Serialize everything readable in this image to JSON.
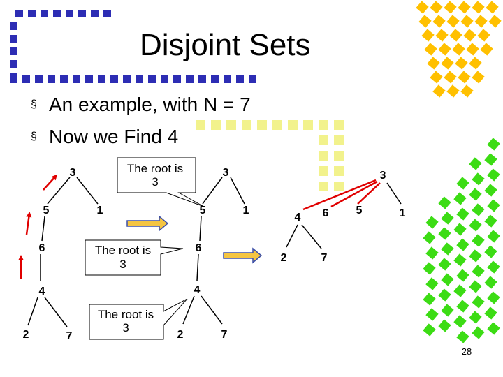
{
  "slide": {
    "title": "Disjoint Sets",
    "bullets": [
      {
        "marker": "§",
        "text": "An example, with N = 7"
      },
      {
        "marker": "§",
        "text": "Now we Find 4"
      }
    ],
    "page_number": "28"
  },
  "callouts": [
    {
      "line1": "The root is",
      "line2": "3"
    },
    {
      "line1": "The root is",
      "line2": "3"
    },
    {
      "line1": "The root is",
      "line2": "3"
    }
  ],
  "trees": {
    "left": {
      "nodes": [
        {
          "id": "3",
          "label": "3"
        },
        {
          "id": "5",
          "label": "5"
        },
        {
          "id": "1",
          "label": "1"
        },
        {
          "id": "6",
          "label": "6"
        },
        {
          "id": "4",
          "label": "4"
        },
        {
          "id": "2",
          "label": "2"
        },
        {
          "id": "7",
          "label": "7"
        }
      ]
    },
    "middle": {
      "nodes": [
        {
          "id": "3",
          "label": "3"
        },
        {
          "id": "5",
          "label": "5"
        },
        {
          "id": "1",
          "label": "1"
        },
        {
          "id": "6",
          "label": "6"
        },
        {
          "id": "4",
          "label": "4"
        },
        {
          "id": "2",
          "label": "2"
        },
        {
          "id": "7",
          "label": "7"
        }
      ]
    },
    "right": {
      "nodes": [
        {
          "id": "3",
          "label": "3"
        },
        {
          "id": "4",
          "label": "4"
        },
        {
          "id": "6",
          "label": "6"
        },
        {
          "id": "5",
          "label": "5"
        },
        {
          "id": "1",
          "label": "1"
        },
        {
          "id": "2",
          "label": "2"
        },
        {
          "id": "7",
          "label": "7"
        }
      ]
    }
  },
  "colors": {
    "edge": "#000000",
    "path_edge": "#e00000",
    "path_arrow": "#e00000",
    "transition_arrow_fill": "#f5c542",
    "transition_arrow_stroke": "#3b4ea8",
    "deco_blue": "#2d2db4",
    "deco_yellow": "#f2f28c",
    "deco_green": "#3cdc14",
    "deco_orange": "#ffc000"
  }
}
